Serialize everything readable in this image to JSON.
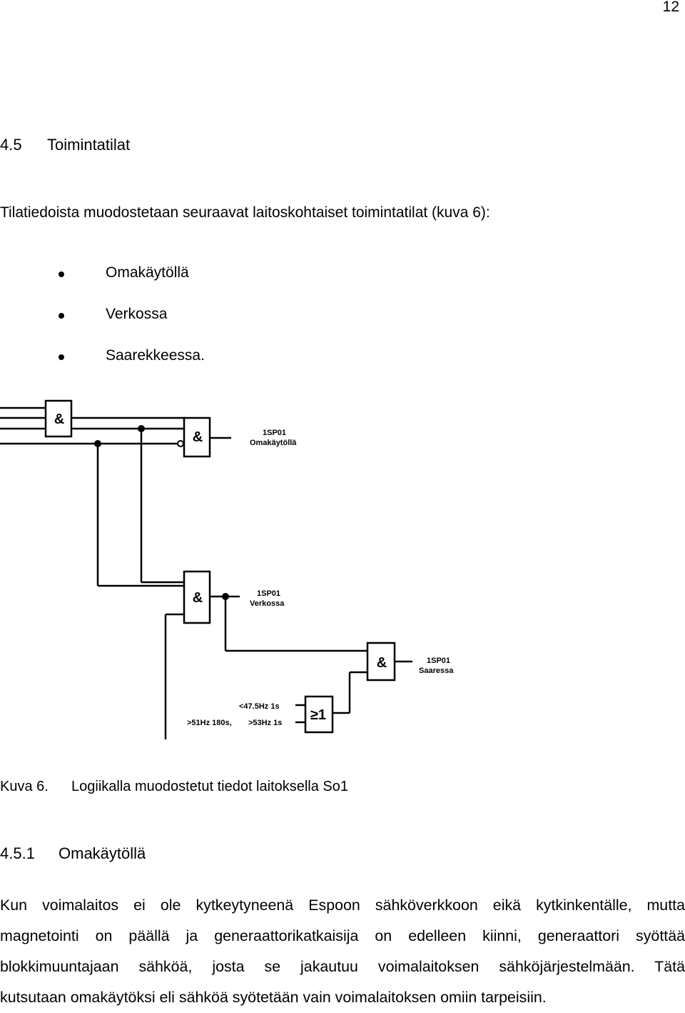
{
  "page_number": "12",
  "section": {
    "number": "4.5",
    "title": "Toimintatilat"
  },
  "intro": "Tilatiedoista muodostetaan seuraavat laitoskohtaiset toimintatilat (kuva 6):",
  "bullets": [
    "Omakäytöllä",
    "Verkossa",
    "Saarekkeessa."
  ],
  "diagram": {
    "gate_and": "&",
    "gate_or": "≥1",
    "label_omakaytolla_code": "1SP01",
    "label_omakaytolla": "Omakäytöllä",
    "label_verkossa_code": "1SP01",
    "label_verkossa": "Verkossa",
    "label_saaressa_code": "1SP01",
    "label_saaressa": "Saaressa",
    "cond_freq_low": "<47.5Hz 1s",
    "cond_freq_high_a": ">51Hz 180s,",
    "cond_freq_high_b": ">53Hz 1s"
  },
  "caption": {
    "label": "Kuva 6.",
    "text": "Logiikalla muodostetut tiedot laitoksella So1"
  },
  "subsection": {
    "number": "4.5.1",
    "title": "Omakäytöllä"
  },
  "paragraph_lines": [
    "Kun voimalaitos ei ole kytkeytyneenä Espoon sähköverkkoon eikä kytkinkentälle, mutta",
    "magnetointi on päällä ja generaattorikatkaisija on edelleen kiinni, generaattori syöttää",
    "blokkimuuntajaan sähköä, josta se jakautuu voimalaitoksen sähköjärjestelmään. Tätä",
    "kutsutaan omakäytöksi eli sähköä syötetään vain voimalaitoksen omiin tarpeisiin."
  ]
}
